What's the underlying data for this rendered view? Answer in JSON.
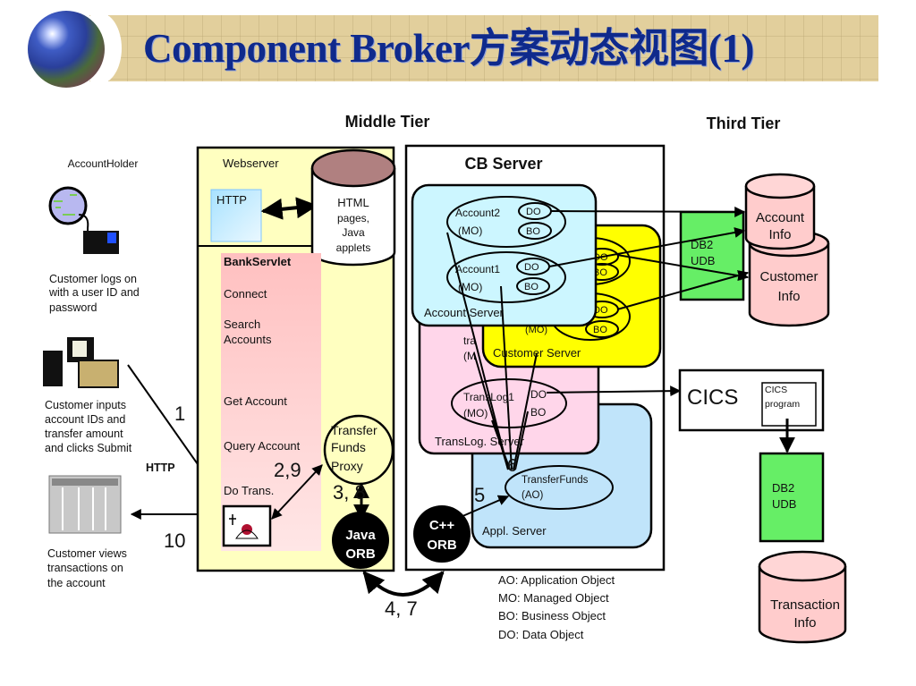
{
  "slide": {
    "title": "Component Broker方案动态视图(1)"
  },
  "tiers": {
    "middle": "Middle Tier",
    "third": "Third Tier"
  },
  "client": {
    "account_holder": "AccountHolder",
    "step_login": [
      "Customer logs on",
      "with a user ID and",
      "password"
    ],
    "step_input": [
      "Customer inputs",
      "account IDs and",
      "transfer amount",
      "and clicks Submit"
    ],
    "step_view": [
      "Customer views",
      "transactions on",
      "the account"
    ],
    "http_label": "HTTP",
    "arrow_1": "1",
    "arrow_10": "10"
  },
  "webserver": {
    "title": "Webserver",
    "http_box": "HTTP",
    "html_store": [
      "HTML",
      "pages,",
      "Java",
      "applets"
    ],
    "servlet": {
      "title": "BankServlet",
      "methods": [
        "Connect",
        "Search",
        "Accounts",
        "Get Account",
        "Query Account",
        "Do Trans."
      ]
    },
    "proxy": [
      "Transfer",
      "Funds",
      "Proxy"
    ],
    "label_2_9": "2,9",
    "label_3_8": "3, 8",
    "java_orb": [
      "Java",
      "ORB"
    ]
  },
  "cb_server": {
    "title": "CB Server",
    "account_server": {
      "label": "Account Server",
      "objects": [
        {
          "name": "Account2",
          "type": "(MO)",
          "do": "DO",
          "bo": "BO"
        },
        {
          "name": "Account1",
          "type": "(MO)",
          "do": "DO",
          "bo": "BO"
        }
      ]
    },
    "customer_server": {
      "label": "Customer Server",
      "mo": "(MO)",
      "do": "DO",
      "bo": "BO"
    },
    "translog_server": {
      "label": "TransLog. Server",
      "object": {
        "name": "TransLog1",
        "type": "(MO)",
        "do": "DO",
        "bo": "BO"
      },
      "hidden": [
        "tra",
        "(M"
      ]
    },
    "appl_server": {
      "label": "Appl. Server",
      "object": {
        "name": "TransferFunds",
        "type": "(AO)"
      }
    },
    "label_5": "5",
    "label_6": "6",
    "cpp_orb": [
      "C++",
      "ORB"
    ]
  },
  "orb_link": "4, 7",
  "legend": [
    "AO: Application Object",
    "MO: Managed Object",
    "BO: Business Object",
    "DO: Data Object"
  ],
  "third_tier": {
    "db2_top": [
      "DB2",
      "UDB"
    ],
    "account_info": [
      "Account",
      "Info"
    ],
    "customer_info": [
      "Customer",
      "Info"
    ],
    "cics": "CICS",
    "cics_program": [
      "CICS",
      "program"
    ],
    "db2_bottom": [
      "DB2",
      "UDB"
    ],
    "transaction_info": [
      "Transaction",
      "Info"
    ]
  },
  "colors": {
    "title_blue": "#0f2a8c",
    "webserver_bg": "#ffffc0",
    "servlet_bg": "#ffc8c8",
    "account_server_bg": "#ccf6ff",
    "customer_server_bg": "#ffff00",
    "translog_server_bg": "#ffd6ea",
    "appl_server_bg": "#c0e4fa",
    "db2_green": "#66ee66",
    "db_pink": "#ffcccc",
    "html_store_top": "#b08080"
  }
}
